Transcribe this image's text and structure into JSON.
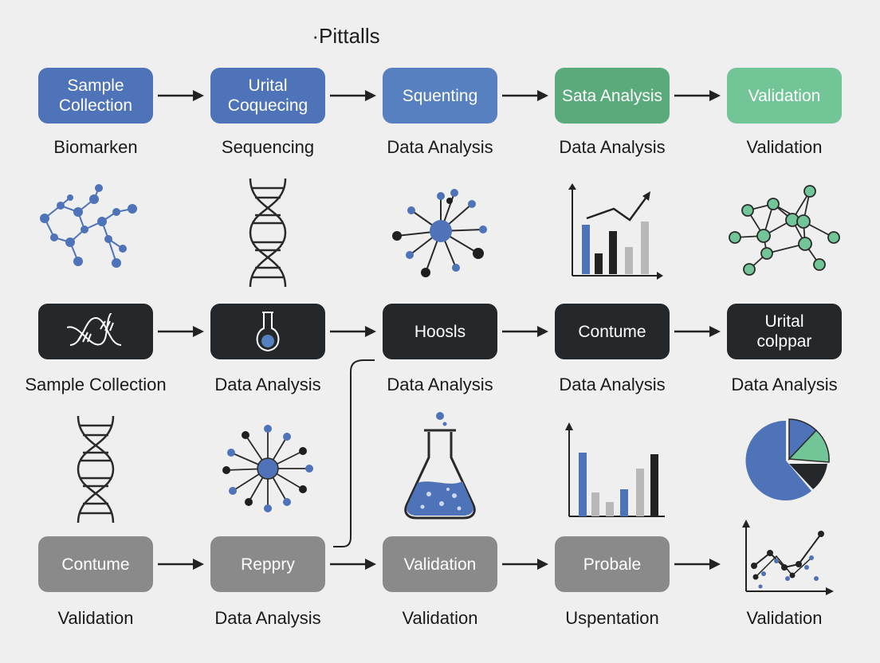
{
  "title": "·Pittalls",
  "colors": {
    "blue": "#4f73b8",
    "green": "#5aaa7c",
    "mint": "#72c597",
    "dark": "#25282b",
    "gray": "#8a8a8a",
    "accent_gray": "#b8b8b8"
  },
  "row1": {
    "boxes": [
      "Sample\nCollection",
      "Urital\nCoquecing",
      "Squenting",
      "Sata Analysis",
      "Validation"
    ],
    "captions": [
      "Biomarken",
      "Sequencing",
      "Data Analysis",
      "Data Analysis",
      "Validation"
    ],
    "icons": [
      "molecule-network-icon",
      "dna-helix-icon",
      "hub-network-icon",
      "bar-line-chart-icon",
      "green-network-icon"
    ]
  },
  "row2": {
    "boxes": [
      "",
      "",
      "Hoosls",
      "Contume",
      "Urital\ncolppar"
    ],
    "box_icons": [
      "dna-icon",
      "flask-icon"
    ],
    "captions": [
      "Sample Collection",
      "Data Analysis",
      "Data Analysis",
      "Data Analysis",
      "Data Analysis"
    ],
    "icons": [
      "dna-helix-icon",
      "radial-network-icon",
      "erlenmeyer-flask-icon",
      "bar-chart-icon",
      "pie-chart-icon"
    ]
  },
  "row3": {
    "boxes": [
      "Contume",
      "Reppry",
      "Validation",
      "Probale"
    ],
    "captions": [
      "Validation",
      "Data Analysis",
      "Validation",
      "Uspentation",
      "Validation"
    ],
    "last_icon": "scatter-plot-icon"
  }
}
